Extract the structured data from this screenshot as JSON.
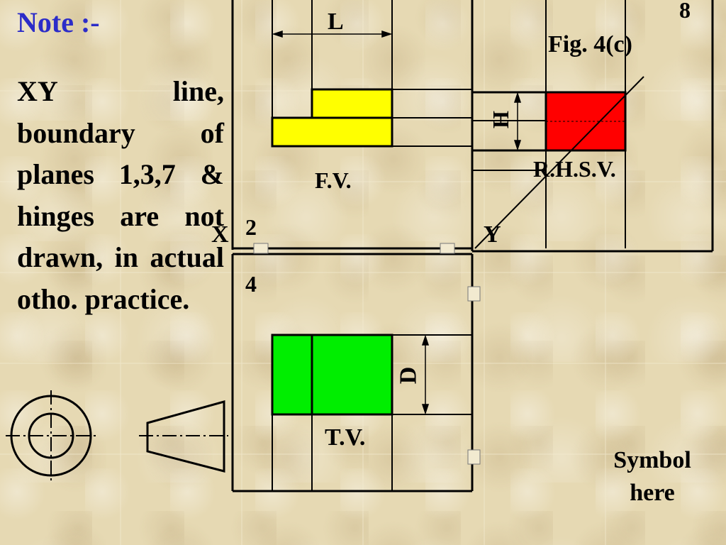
{
  "note": {
    "title": "Note :-",
    "body": "XY line, boundary of planes 1,3,7 & hinges are not drawn, in actual otho. practice."
  },
  "figure": {
    "caption": "Fig. 4(c)",
    "plane_number_top": "8",
    "dim_L": "L",
    "dim_H": "H",
    "dim_D": "D",
    "fv_label": "F.V.",
    "rhsv_label": "R.H.S.V.",
    "tv_label": "T.V.",
    "x_label": "X",
    "y_label": "Y",
    "plane_number_2": "2",
    "plane_number_4": "4"
  },
  "symbol": {
    "text": "Symbol here"
  },
  "colors": {
    "note_title": "#2c2cc8",
    "fv_fill": "#ffff00",
    "rhsv_fill": "#ff0000",
    "tv_fill": "#00ee00"
  }
}
